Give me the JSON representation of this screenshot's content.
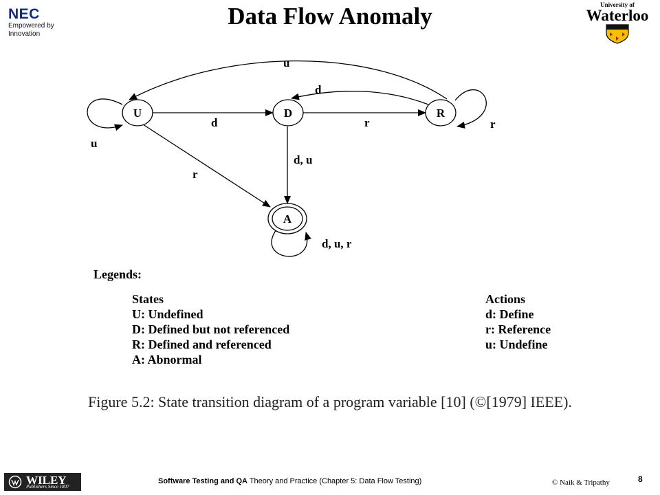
{
  "title": "Data Flow Anomaly",
  "nec_logo": {
    "word": "NEC",
    "tagline": "Empowered by Innovation"
  },
  "uw_logo": {
    "small": "University of",
    "big": "Waterloo"
  },
  "diagram": {
    "states": [
      {
        "id": "U",
        "label": "U"
      },
      {
        "id": "D",
        "label": "D"
      },
      {
        "id": "R",
        "label": "R"
      },
      {
        "id": "A",
        "label": "A",
        "final": true
      }
    ],
    "transitions": [
      {
        "from": "U",
        "to": "U",
        "label": "u"
      },
      {
        "from": "U",
        "to": "D",
        "label": "d"
      },
      {
        "from": "U",
        "to": "A",
        "label": "r"
      },
      {
        "from": "D",
        "to": "R",
        "label": "r"
      },
      {
        "from": "D",
        "to": "A",
        "label": "d, u"
      },
      {
        "from": "R",
        "to": "D",
        "label": "d"
      },
      {
        "from": "R",
        "to": "U",
        "label": "u"
      },
      {
        "from": "R",
        "to": "R",
        "label": "r"
      },
      {
        "from": "A",
        "to": "A",
        "label": "d, u, r"
      }
    ]
  },
  "legends": {
    "title": "Legends:",
    "states_heading": "States",
    "states": [
      "U: Undefined",
      "D: Defined but not referenced",
      "R: Defined and referenced",
      "A: Abnormal"
    ],
    "actions_heading": "Actions",
    "actions": [
      "d: Define",
      "r: Reference",
      "u: Undefine"
    ]
  },
  "caption": "Figure 5.2: State transition diagram of a program variable [10] (©[1979] IEEE).",
  "footer": {
    "publisher_word": "WILEY",
    "publisher_sub": "Publishers Since 1807",
    "book_bold": "Software Testing and QA",
    "book_rest": " Theory and Practice (Chapter 5: Data Flow Testing)",
    "copyright": "© Naik & Tripathy",
    "page": "8"
  }
}
